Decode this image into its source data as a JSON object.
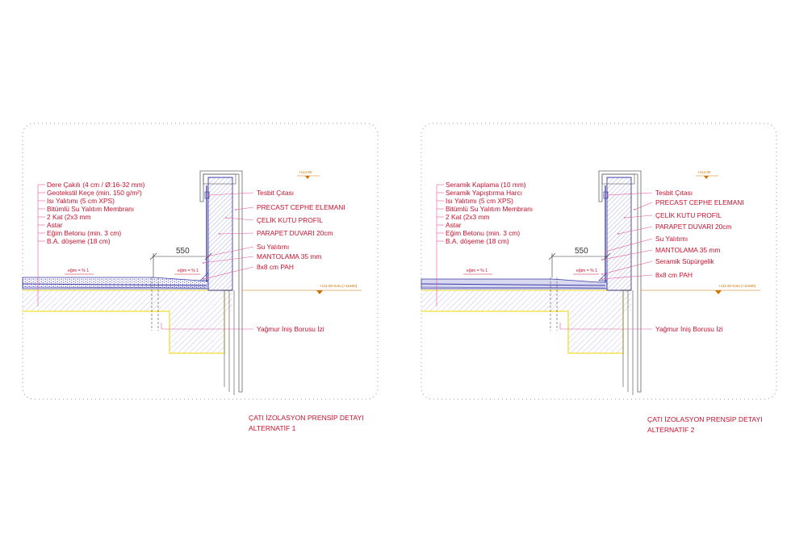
{
  "colors": {
    "label": "#c8102e",
    "leader": "#e0559a",
    "insulation_blue": "#3a3aa8",
    "concrete_hatch": "#8a8ad0",
    "fill_yellow": "#f2e255",
    "dimension": "#333333",
    "elevation_orange": "#d07000"
  },
  "details": [
    {
      "layers": [
        "Dere Çakılı (4 cm / Ø:16-32 mm)",
        "Geotekstil Keçe (min. 150 g/m²)",
        "Isı Yalıtımı (5 cm XPS)",
        "Bitümlü Su Yalıtım Membranı",
        "2 Kat (2x3 mm",
        "Astar",
        "Eğim Betonu (min. 3 cm)",
        "B.A. döşeme (18 cm)"
      ],
      "right_labels": [
        "Tesbit Çıtası",
        "PRECAST CEPHE ELEMANI",
        "ÇELİK KUTU PROFİL",
        "PARAPET DUVARI 20cm",
        "Su Yalıtımı",
        "MANTOLAMA 35 mm",
        "8x8 cm PAH"
      ],
      "drain_label": "Yağmur İniş Borusu İzi",
      "dimension": "550",
      "slope_left": "eğim = % 1",
      "slope_right": "eğim = % 1",
      "elev_top": "+112.90",
      "elev_slab": "+111.50 Kotu (+11500)",
      "title_line1": "ÇATI İZOLASYON PRENSİP DETAYI",
      "title_line2": "ALTERNATİF 1"
    },
    {
      "layers": [
        "Seramik Kaplama (10 mm)",
        "Seramik Yapıştırma Harcı",
        "Isı Yalıtımı (5 cm XPS)",
        "Bitümlü Su Yalıtım Membranı",
        "2 Kat (2x3 mm",
        "Astar",
        "Eğim Betonu (min. 3 cm)",
        "B.A. döşeme (18 cm)"
      ],
      "right_labels": [
        "Tesbit Çıtası",
        "PRECAST CEPHE ELEMANI",
        "ÇELİK KUTU PROFİL",
        "PARAPET DUVARI 20cm",
        "Su Yalıtımı",
        "MANTOLAMA 35 mm",
        "Seramik Süpürgelik",
        "8x8 cm PAH"
      ],
      "drain_label": "Yağmur İniş Borusu İzi",
      "dimension": "550",
      "slope_left": "eğim = % 1",
      "slope_right": "eğim = % 1",
      "elev_top": "+112.90",
      "elev_slab": "+111.50 Kotu (+11500)",
      "title_line1": "ÇATI İZOLASYON PRENSİP DETAYI",
      "title_line2": "ALTERNATİF 2"
    }
  ]
}
